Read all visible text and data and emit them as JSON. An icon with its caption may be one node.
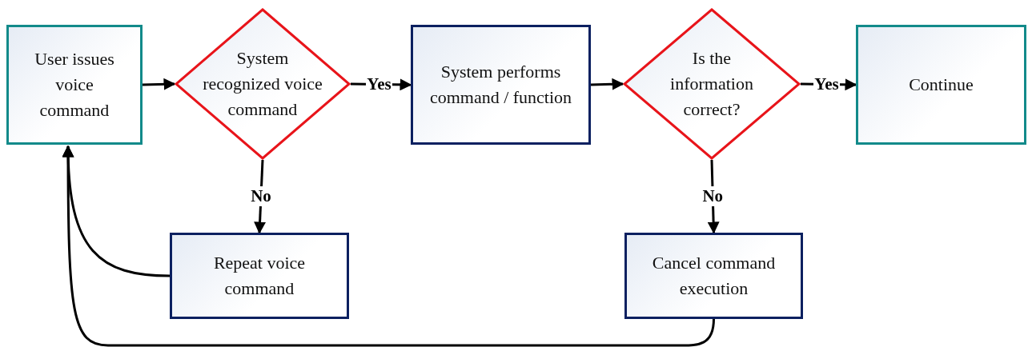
{
  "diagram": {
    "nodes": [
      {
        "text": [
          "User issues voice command"
        ]
      },
      {
        "text": [
          "System recognized voice command"
        ]
      },
      {
        "text": [
          "System performs command / function"
        ]
      },
      {
        "text": [
          "Is the information correct?"
        ]
      },
      {
        "text": [
          "Continue"
        ]
      },
      {
        "text": [
          "Repeat voice command"
        ]
      },
      {
        "text": [
          "Cancel command execution"
        ]
      }
    ],
    "edges": [
      {
        "from": 0,
        "to": 1,
        "arrow": "to"
      },
      {
        "from": 1,
        "to": 2,
        "arrow": "to",
        "label": "Yes"
      },
      {
        "from": 2,
        "to": 3,
        "arrow": "to"
      },
      {
        "from": 3,
        "to": 4,
        "arrow": "to",
        "label": "Yes"
      },
      {
        "from": 1,
        "to": 5,
        "arrow": "to",
        "label": "No"
      },
      {
        "from": 3,
        "to": 6,
        "arrow": "to",
        "label": "No"
      },
      {
        "from": 5,
        "to": 0,
        "arrow": "to"
      },
      {
        "from": 6,
        "to": 0,
        "arrow": "to"
      }
    ]
  }
}
